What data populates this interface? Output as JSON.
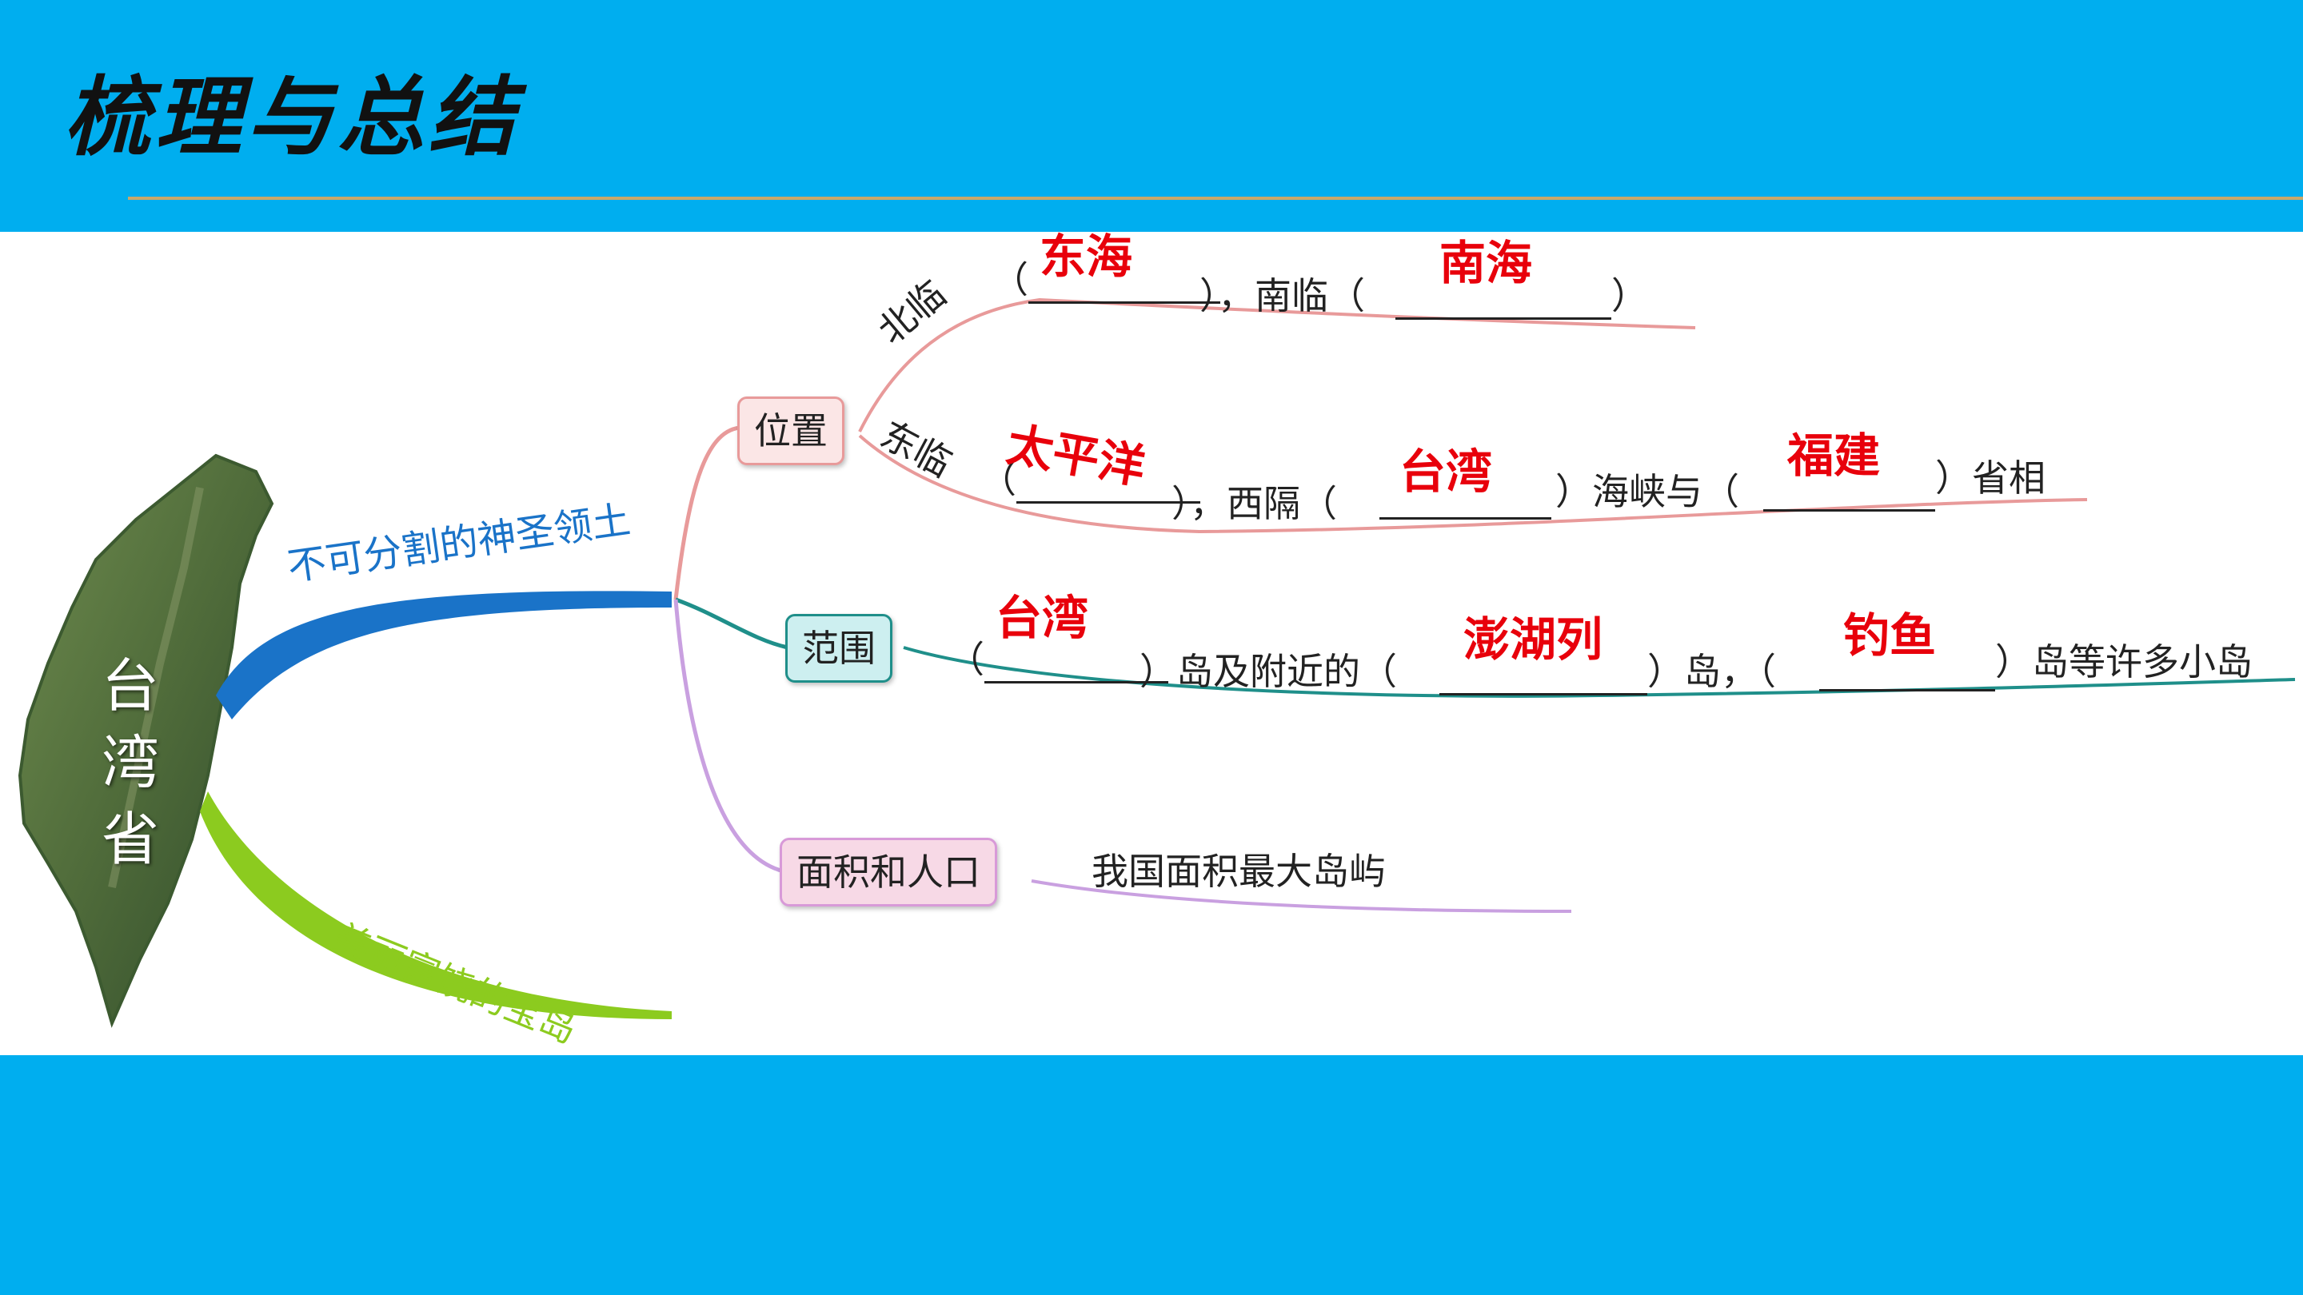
{
  "title": "梳理与总结",
  "center": {
    "label_chars": [
      "台",
      "湾",
      "省"
    ]
  },
  "left_branches": {
    "sacred": "不可分割的神圣领土",
    "beautiful": "美丽富饶的宝岛"
  },
  "nodes": {
    "position": "位置",
    "range": "范围",
    "area": "面积和人口"
  },
  "position_lines": {
    "north_prefix": "北临",
    "north_answer": "东海",
    "south_prefix": "），南临（",
    "south_answer": "南海",
    "east_prefix": "东临",
    "east_answer": "太平洋",
    "west_prefix": "），西隔（",
    "west_answer": "台湾",
    "strait_text": "）海峡与（",
    "province_answer": "福建",
    "province_suffix": "）省相"
  },
  "range_line": {
    "open": "（",
    "answer1": "台湾",
    "text1": "）岛及附近的（",
    "answer2": "澎湖列",
    "text2": "）岛，（",
    "answer3": "钓鱼",
    "text3": "）岛等许多小岛"
  },
  "area_line": {
    "text": "我国面积最大岛屿"
  },
  "colors": {
    "band": "#00AEEF",
    "answer": "#E8000B",
    "blue_branch": "#1A73C8",
    "green_branch": "#8CCB1F",
    "pink_branch": "#E89A9A",
    "teal_branch": "#1F8F8A",
    "purple_branch": "#C9A0E0"
  }
}
